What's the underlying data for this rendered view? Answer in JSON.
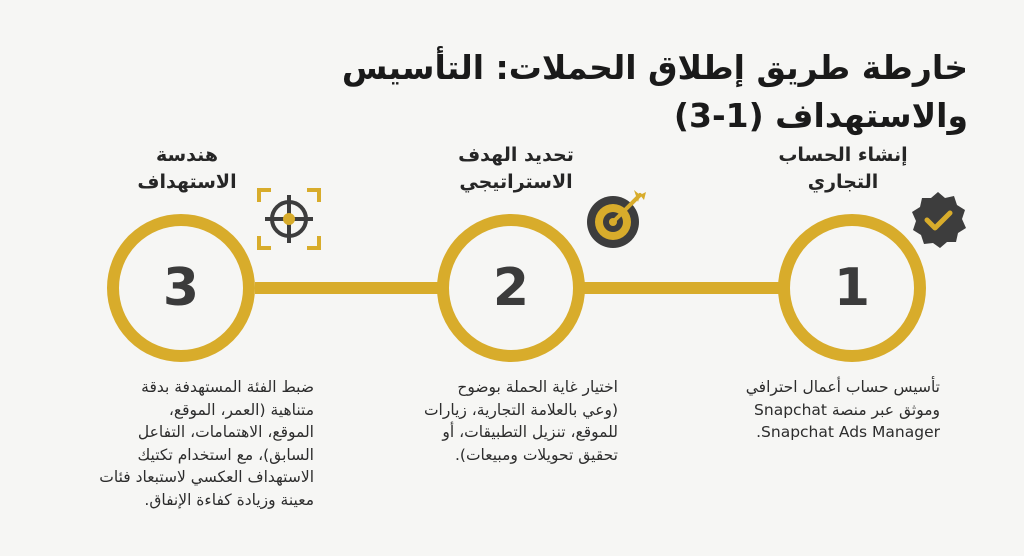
{
  "title": {
    "line1": "خارطة طريق إطلاق الحملات: التأسيس",
    "line2": "والاستهداف (1-3)"
  },
  "steps": [
    {
      "number": "1",
      "title_lines": [
        "إنشاء الحساب",
        "التجاري"
      ],
      "desc_lines": [
        "تأسيس حساب أعمال احترافي",
        "وموثق عبر منصة Snapchat",
        "Snapchat Ads Manager."
      ],
      "icon": "verified-badge-icon"
    },
    {
      "number": "2",
      "title_lines": [
        "تحديد الهدف",
        "الاستراتيجي"
      ],
      "desc_lines": [
        "اختيار غاية الحملة بوضوح",
        "(وعي بالعلامة التجارية، زيارات",
        "للموقع، تنزيل التطبيقات، أو",
        "تحقيق تحويلات ومبيعات)."
      ],
      "icon": "target-arrow-icon"
    },
    {
      "number": "3",
      "title_lines": [
        "هندسة",
        "الاستهداف"
      ],
      "desc_lines": [
        "ضبط الفئة المستهدفة بدقة",
        "متناهية (العمر، الموقع،",
        "الموقع، الاهتمامات، التفاعل",
        "السابق)، مع استخدام تكتيك",
        "الاستهداف العكسي لاستبعاد فئات",
        "معينة وزيادة كفاءة الإنفاق."
      ],
      "icon": "crosshair-icon"
    }
  ],
  "colors": {
    "accent": "#d8ac2b",
    "dark": "#3b3b3b",
    "background": "#f6f6f4"
  }
}
